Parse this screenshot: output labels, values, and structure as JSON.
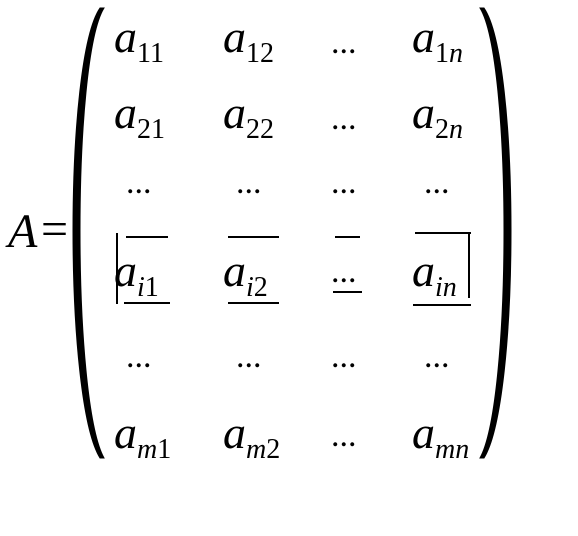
{
  "equation": {
    "lhs": "A",
    "equals": "=",
    "ellipsis": "...",
    "rows": [
      [
        {
          "base": "a",
          "sub": [
            {
              "t": "11",
              "italic": false
            }
          ]
        },
        {
          "base": "a",
          "sub": [
            {
              "t": "12",
              "italic": false
            }
          ]
        },
        {
          "dots": true
        },
        {
          "base": "a",
          "sub": [
            {
              "t": "1",
              "italic": false
            },
            {
              "t": "n",
              "italic": true
            }
          ]
        }
      ],
      [
        {
          "base": "a",
          "sub": [
            {
              "t": "21",
              "italic": false
            }
          ]
        },
        {
          "base": "a",
          "sub": [
            {
              "t": "22",
              "italic": false
            }
          ]
        },
        {
          "dots": true
        },
        {
          "base": "a",
          "sub": [
            {
              "t": "2",
              "italic": false
            },
            {
              "t": "n",
              "italic": true
            }
          ]
        }
      ],
      [
        {
          "dots": true
        },
        {
          "dots": true
        },
        {
          "dots": true
        },
        {
          "dots": true
        }
      ],
      [
        {
          "base": "a",
          "sub": [
            {
              "t": "i",
              "italic": true
            },
            {
              "t": "1",
              "italic": false
            }
          ]
        },
        {
          "base": "a",
          "sub": [
            {
              "t": "i",
              "italic": true
            },
            {
              "t": "2",
              "italic": false
            }
          ]
        },
        {
          "dots": true
        },
        {
          "base": "a",
          "sub": [
            {
              "t": "in",
              "italic": true
            }
          ]
        }
      ],
      [
        {
          "dots": true
        },
        {
          "dots": true
        },
        {
          "dots": true
        },
        {
          "dots": true
        }
      ],
      [
        {
          "base": "a",
          "sub": [
            {
              "t": "m",
              "italic": true
            },
            {
              "t": "1",
              "italic": false
            }
          ]
        },
        {
          "base": "a",
          "sub": [
            {
              "t": "m",
              "italic": true
            },
            {
              "t": "2",
              "italic": false
            }
          ]
        },
        {
          "dots": true
        },
        {
          "base": "a",
          "sub": [
            {
              "t": "mn",
              "italic": true
            }
          ]
        }
      ]
    ],
    "highlighted_row": 3
  }
}
